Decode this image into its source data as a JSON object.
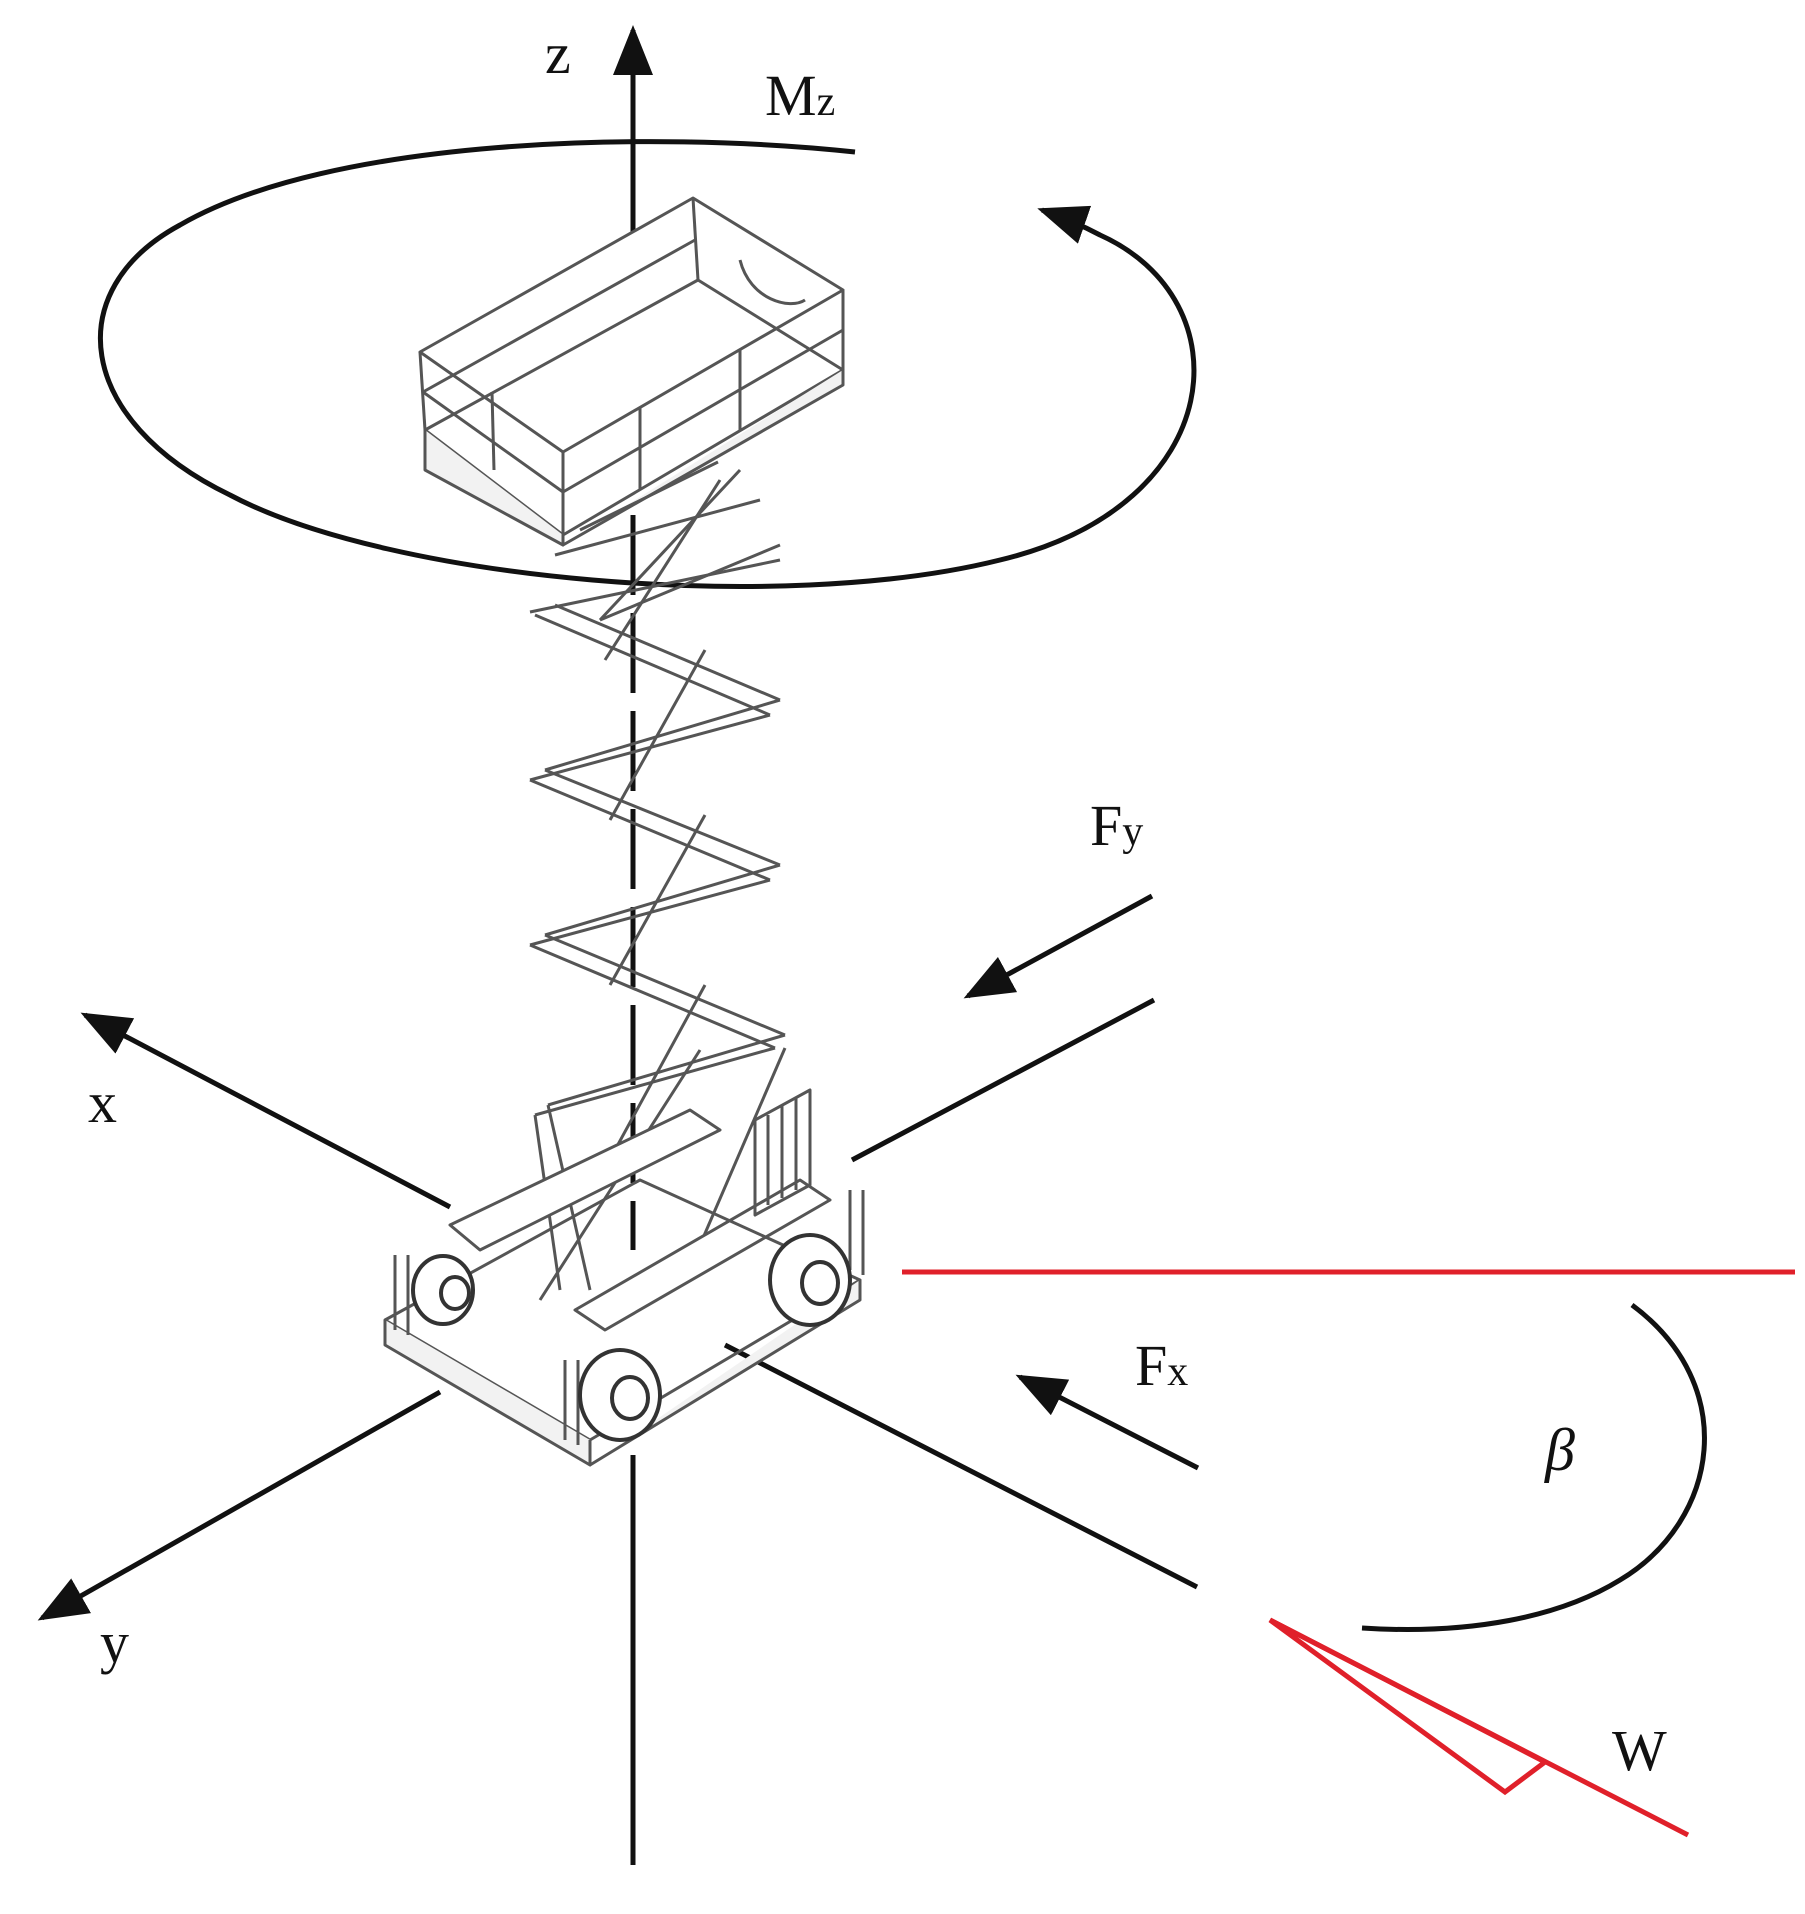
{
  "labels": {
    "z_axis": "z",
    "x_axis": "x",
    "y_axis": "y",
    "moment_main": "M",
    "moment_sub": "z",
    "force_y_main": "F",
    "force_y_sub": "y",
    "force_x_main": "F",
    "force_x_sub": "x",
    "wind_angle": "β",
    "wind": "W"
  },
  "colors": {
    "ink": "#111111",
    "wind": "#e0202a",
    "machine": "#555555"
  }
}
